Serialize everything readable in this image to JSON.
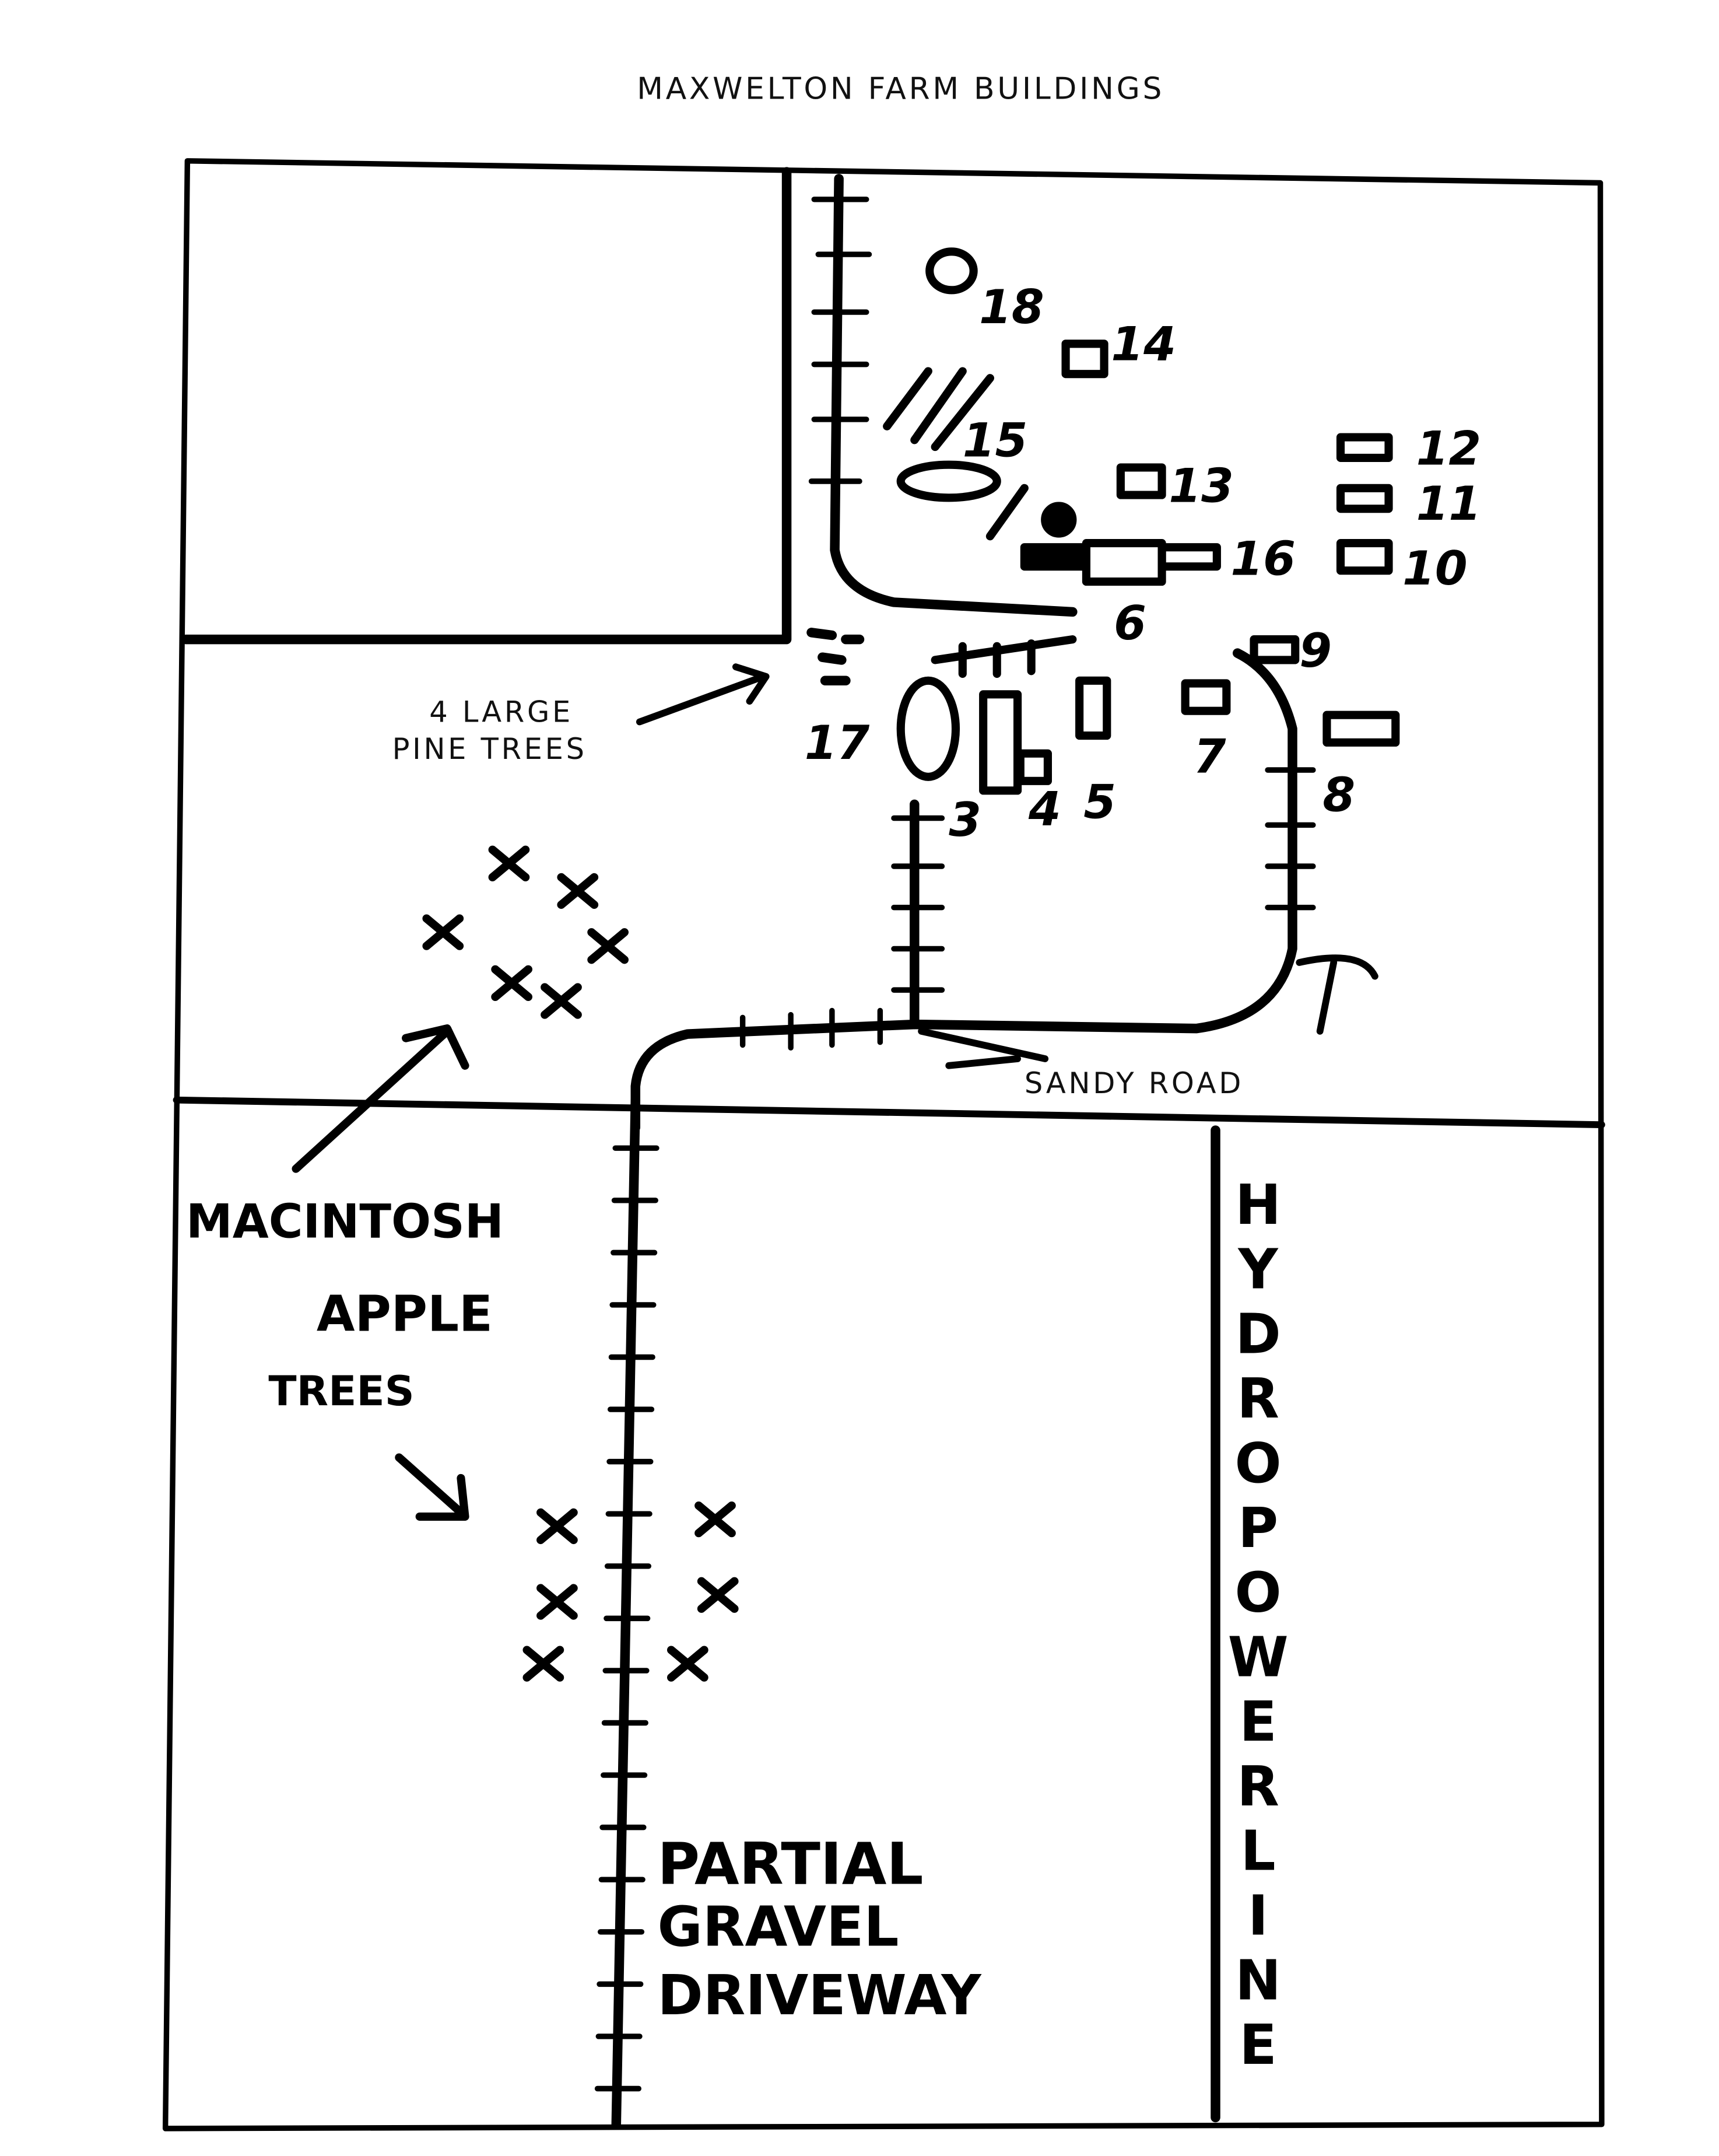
{
  "title": "MAXWELTON FARM BUILDINGS",
  "labels": {
    "pine_trees_line1": "4 LARGE",
    "pine_trees_line2": "PINE TREES",
    "sandy_road": "SANDY ROAD",
    "apple_line1": "MACINTOSH",
    "apple_line2": "APPLE",
    "apple_line3": "TREES",
    "driveway_line1": "PARTIAL",
    "driveway_line2": "GRAVEL",
    "driveway_line3": "DRIVEWAY",
    "hydro_letters": [
      "H",
      "Y",
      "D",
      "R",
      "O",
      "P",
      "O",
      "W",
      "E",
      "R",
      "L",
      "I",
      "N",
      "E"
    ]
  },
  "buildings": {
    "b3": "3",
    "b4": "4",
    "b5": "5",
    "b6": "6",
    "b7": "7",
    "b8": "8",
    "b9": "9",
    "b10": "10",
    "b11": "11",
    "b12": "12",
    "b13": "13",
    "b14": "14",
    "b15": "15",
    "b16": "16",
    "b17": "17",
    "b18": "18"
  }
}
